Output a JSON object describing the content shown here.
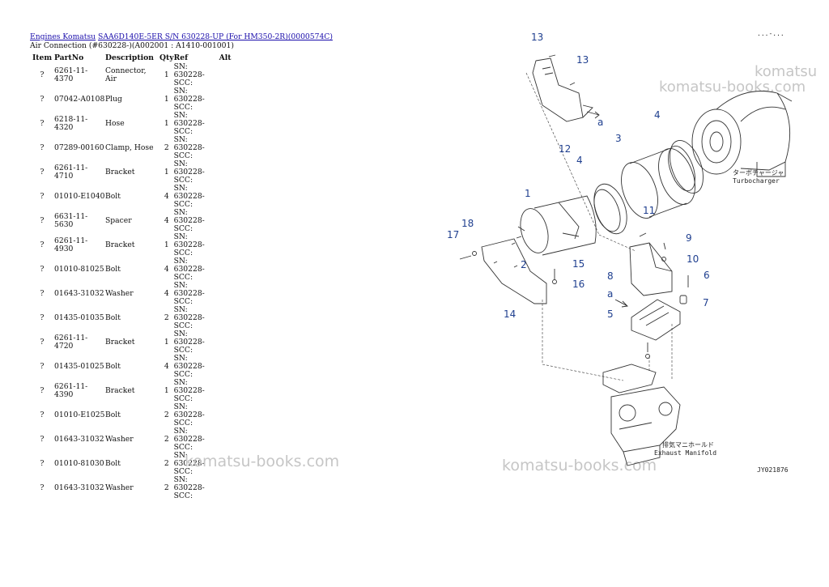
{
  "breadcrumb": {
    "link1": "Engines Komatsu",
    "link2": "SAA6D140E-5ER S/N 630228-UP (For HM350-2R)(0000574C)"
  },
  "subtitle": "Air Connection (#630228-)(A002001 : A1410-001001)",
  "table": {
    "headers": {
      "item": "Item",
      "partno": "PartNo",
      "desc": "Description",
      "qty": "Qty",
      "ref": "Ref",
      "alt": "Alt"
    },
    "rows": [
      {
        "item": "?",
        "partno": "6261-11-4370",
        "desc": "Connector, Air",
        "qty": "1",
        "ref1": "SN: 630228-",
        "ref2": "SCC:"
      },
      {
        "item": "?",
        "partno": "07042-A0108",
        "desc": "Plug",
        "qty": "1",
        "ref1": "SN: 630228-",
        "ref2": "SCC:"
      },
      {
        "item": "?",
        "partno": "6218-11-4320",
        "desc": "Hose",
        "qty": "1",
        "ref1": "SN: 630228-",
        "ref2": "SCC:"
      },
      {
        "item": "?",
        "partno": "07289-00160",
        "desc": "Clamp, Hose",
        "qty": "2",
        "ref1": "SN: 630228-",
        "ref2": "SCC:"
      },
      {
        "item": "?",
        "partno": "6261-11-4710",
        "desc": "Bracket",
        "qty": "1",
        "ref1": "SN: 630228-",
        "ref2": "SCC:"
      },
      {
        "item": "?",
        "partno": "01010-E1040",
        "desc": "Bolt",
        "qty": "4",
        "ref1": "SN: 630228-",
        "ref2": "SCC:"
      },
      {
        "item": "?",
        "partno": "6631-11-5630",
        "desc": "Spacer",
        "qty": "4",
        "ref1": "SN: 630228-",
        "ref2": "SCC:"
      },
      {
        "item": "?",
        "partno": "6261-11-4930",
        "desc": "Bracket",
        "qty": "1",
        "ref1": "SN: 630228-",
        "ref2": "SCC:"
      },
      {
        "item": "?",
        "partno": "01010-81025",
        "desc": "Bolt",
        "qty": "4",
        "ref1": "SN: 630228-",
        "ref2": "SCC:"
      },
      {
        "item": "?",
        "partno": "01643-31032",
        "desc": "Washer",
        "qty": "4",
        "ref1": "SN: 630228-",
        "ref2": "SCC:"
      },
      {
        "item": "?",
        "partno": "01435-01035",
        "desc": "Bolt",
        "qty": "2",
        "ref1": "SN: 630228-",
        "ref2": "SCC:"
      },
      {
        "item": "?",
        "partno": "6261-11-4720",
        "desc": "Bracket",
        "qty": "1",
        "ref1": "SN: 630228-",
        "ref2": "SCC:"
      },
      {
        "item": "?",
        "partno": "01435-01025",
        "desc": "Bolt",
        "qty": "4",
        "ref1": "SN: 630228-",
        "ref2": "SCC:"
      },
      {
        "item": "?",
        "partno": "6261-11-4390",
        "desc": "Bracket",
        "qty": "1",
        "ref1": "SN: 630228-",
        "ref2": "SCC:"
      },
      {
        "item": "?",
        "partno": "01010-E1025",
        "desc": "Bolt",
        "qty": "2",
        "ref1": "SN: 630228-",
        "ref2": "SCC:"
      },
      {
        "item": "?",
        "partno": "01643-31032",
        "desc": "Washer",
        "qty": "2",
        "ref1": "SN: 630228-",
        "ref2": "SCC:"
      },
      {
        "item": "?",
        "partno": "01010-81030",
        "desc": "Bolt",
        "qty": "2",
        "ref1": "SN: 630228-",
        "ref2": "SCC:"
      },
      {
        "item": "?",
        "partno": "01643-31032",
        "desc": "Washer",
        "qty": "2",
        "ref1": "SN: 630228-",
        "ref2": "SCC:"
      }
    ]
  },
  "watermarks": {
    "top1": "komatsu",
    "top2": "komatsu-books.com",
    "bottom_left": "komatsu-books.com",
    "bottom_right": "komatsu-books.com"
  },
  "diagram": {
    "callouts": [
      "13",
      "13",
      "12",
      "3",
      "4",
      "4",
      "1",
      "18",
      "17",
      "2",
      "11",
      "9",
      "10",
      "15",
      "16",
      "8",
      "6",
      "7",
      "5",
      "14",
      "a",
      "a"
    ],
    "turbo_jp": "ターボチャージャ",
    "turbo_en": "Turbocharger",
    "manifold_jp": "排気マニホールド",
    "manifold_en": "Exhaust Manifold",
    "code": "JY021876",
    "corner": "...-..."
  },
  "colors": {
    "link": "#1a0dab",
    "callout": "#1f3f8f",
    "watermark": "#c6c6c6"
  }
}
